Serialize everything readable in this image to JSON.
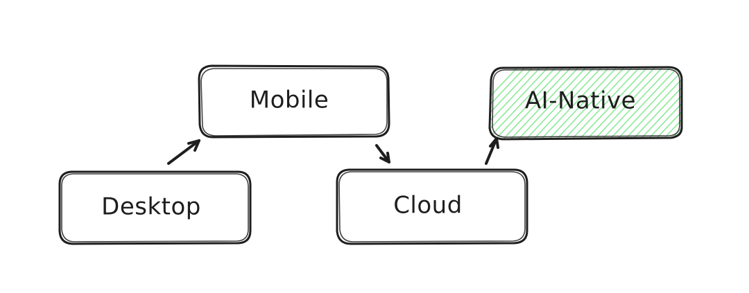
{
  "nodes": {
    "desktop": {
      "label": "Desktop"
    },
    "mobile": {
      "label": "Mobile"
    },
    "cloud": {
      "label": "Cloud"
    },
    "ai_native": {
      "label": "AI-Native",
      "highlighted": true,
      "fill_color": "#b2f2bb"
    }
  },
  "edges": [
    {
      "from": "Desktop",
      "to": "Mobile"
    },
    {
      "from": "Mobile",
      "to": "Cloud"
    },
    {
      "from": "Cloud",
      "to": "AI-Native"
    }
  ],
  "colors": {
    "stroke": "#1e1e1e",
    "highlight_hatch": "#8ce99a",
    "background": "#ffffff"
  }
}
